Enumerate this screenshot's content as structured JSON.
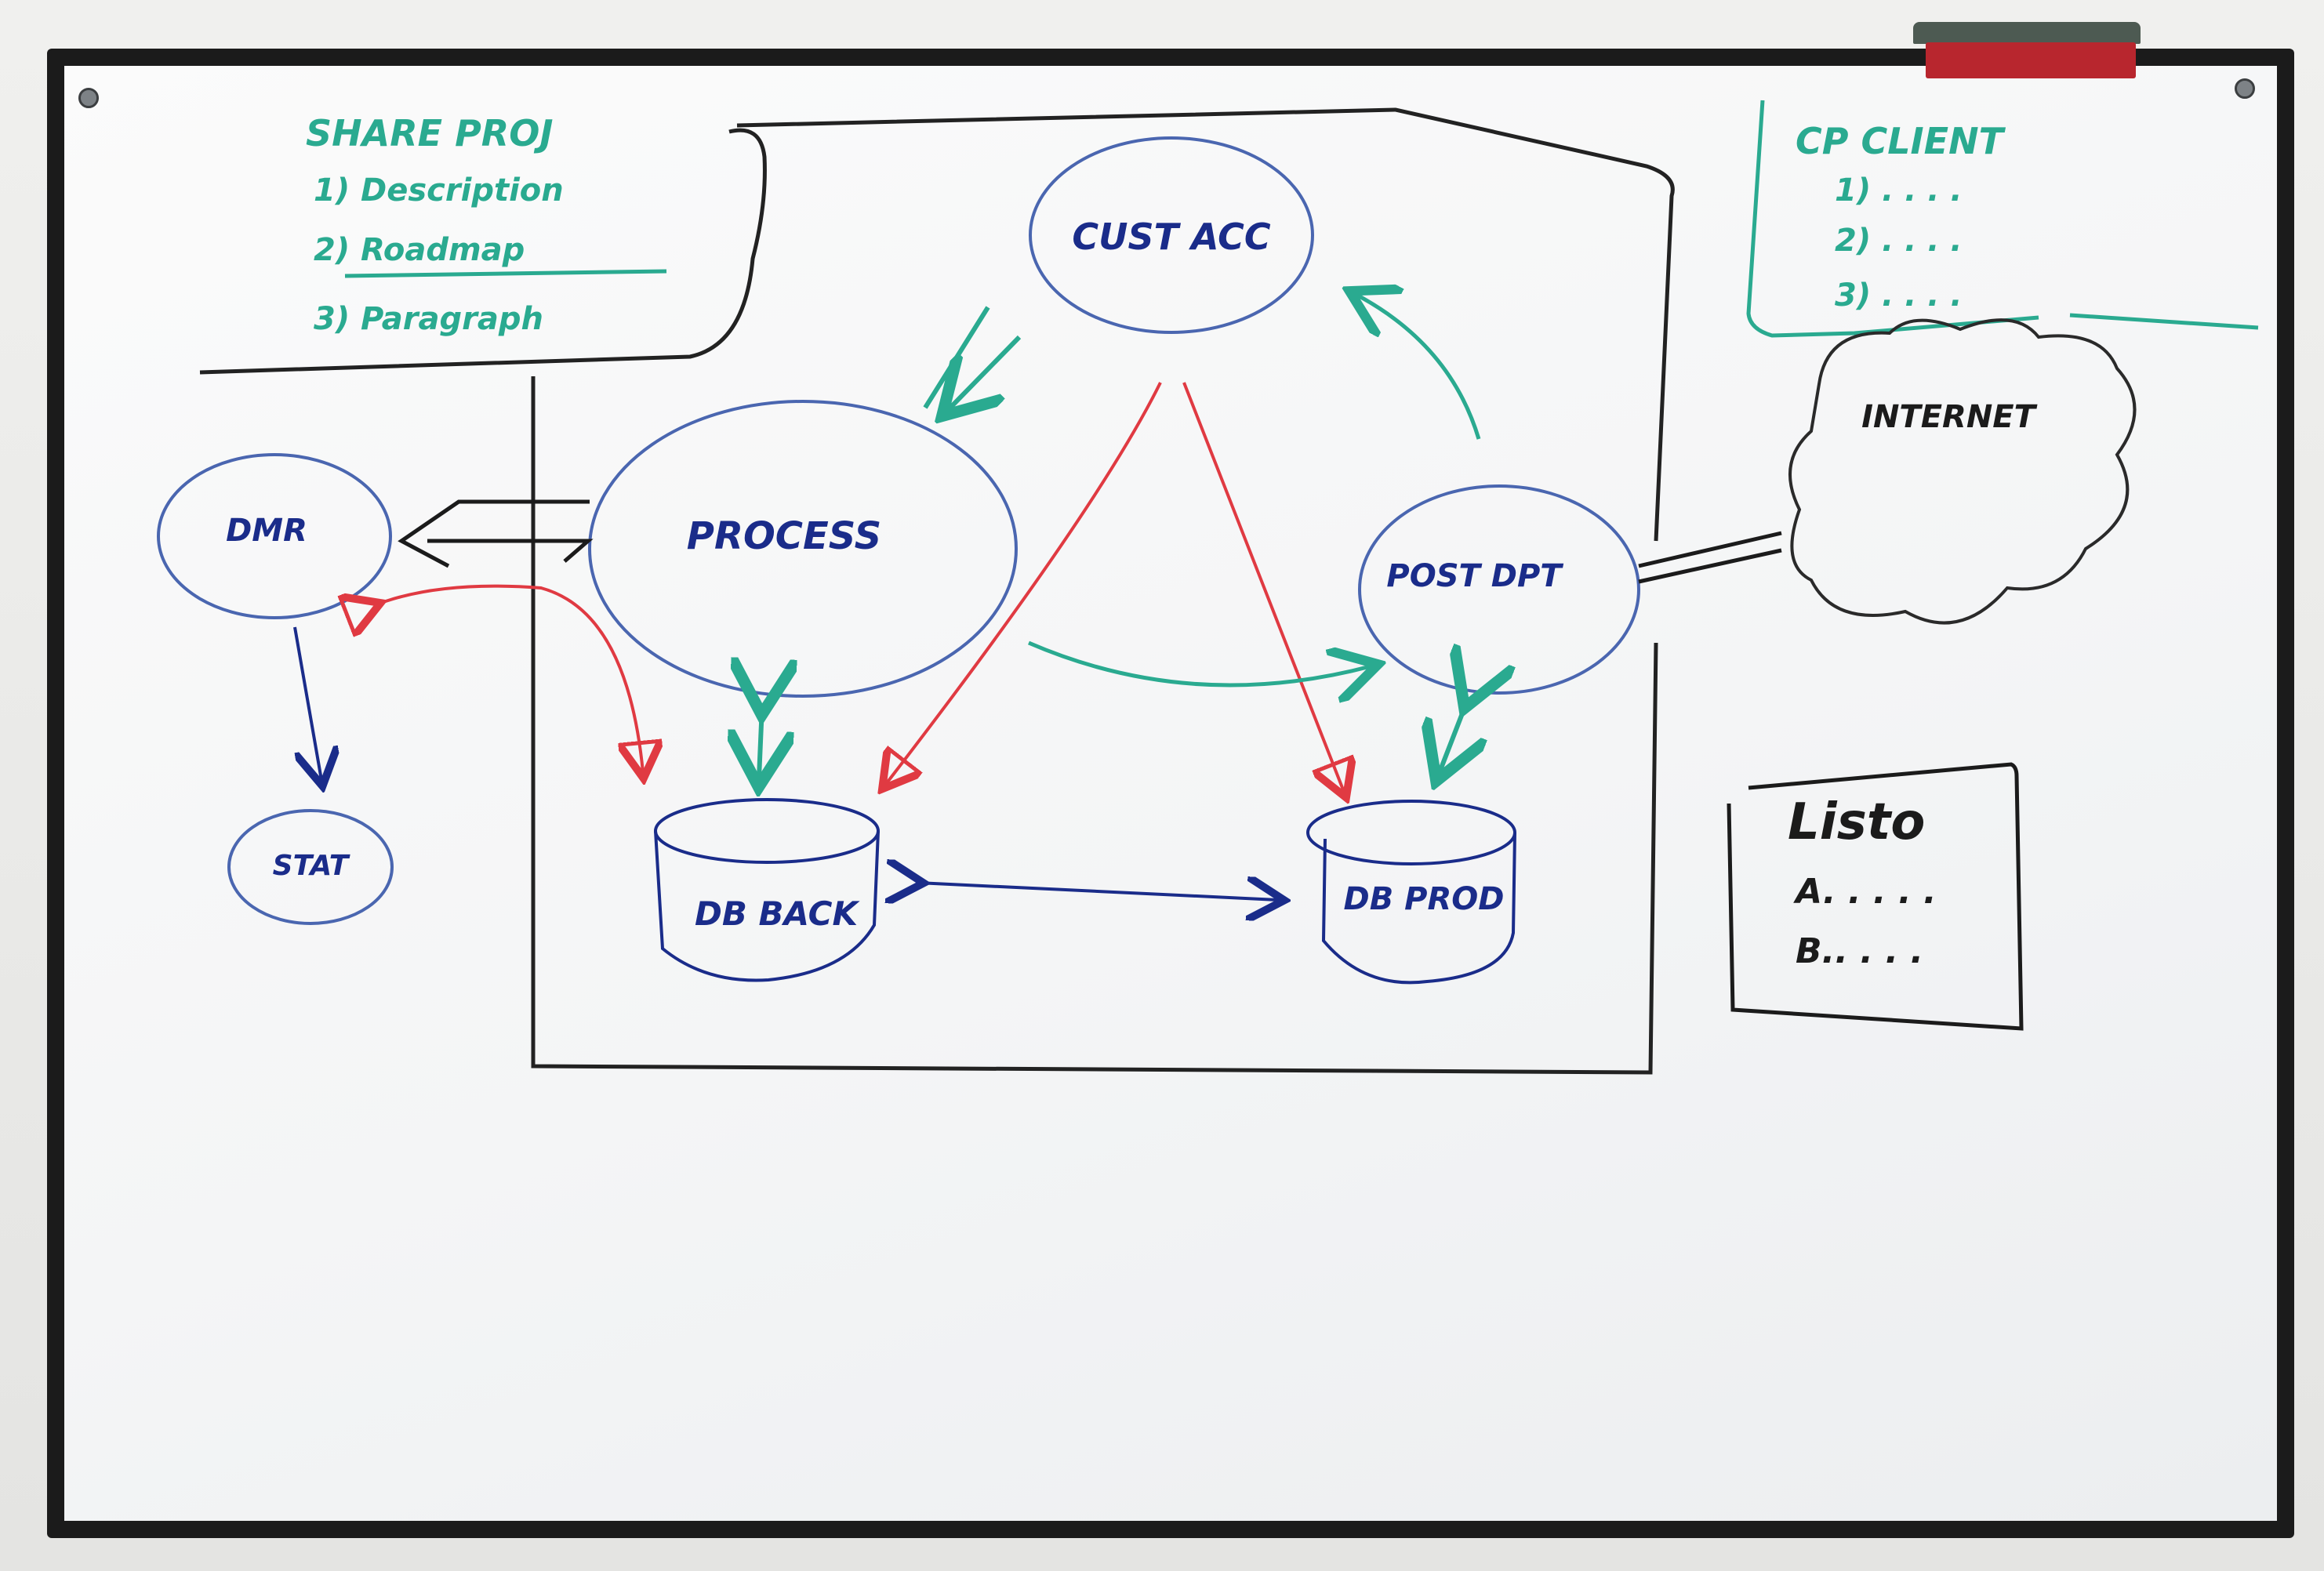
{
  "nodes": {
    "cust_acc": "CUST ACC",
    "process": "PROCESS",
    "dmr": "DMR",
    "stat": "STAT",
    "post_dpt": "POST DPT",
    "db_back": "DB BACK",
    "db_prod": "DB PROD",
    "internet": "INTERNET"
  },
  "notes": {
    "top_left": {
      "title": "SHARE PROJ",
      "items": [
        "1) Description",
        "2) Roadmap",
        "3) Paragraph"
      ]
    },
    "top_right": {
      "title": "CP CLIENT",
      "items": [
        "1) . . . .",
        "2) . . . .",
        "3) . . . ."
      ]
    },
    "lists_box": {
      "title": "Listo",
      "items": [
        "A. . . . .",
        "B.. . . ."
      ]
    }
  },
  "colors": {
    "blue_marker": "#1a2c8a",
    "node_outline": "#4a66b0",
    "red_marker": "#e03a42",
    "green_marker": "#2aaa90",
    "black_marker": "#1b1b1b",
    "frame": "#1b1b1b",
    "eraser": "#b8262e"
  }
}
